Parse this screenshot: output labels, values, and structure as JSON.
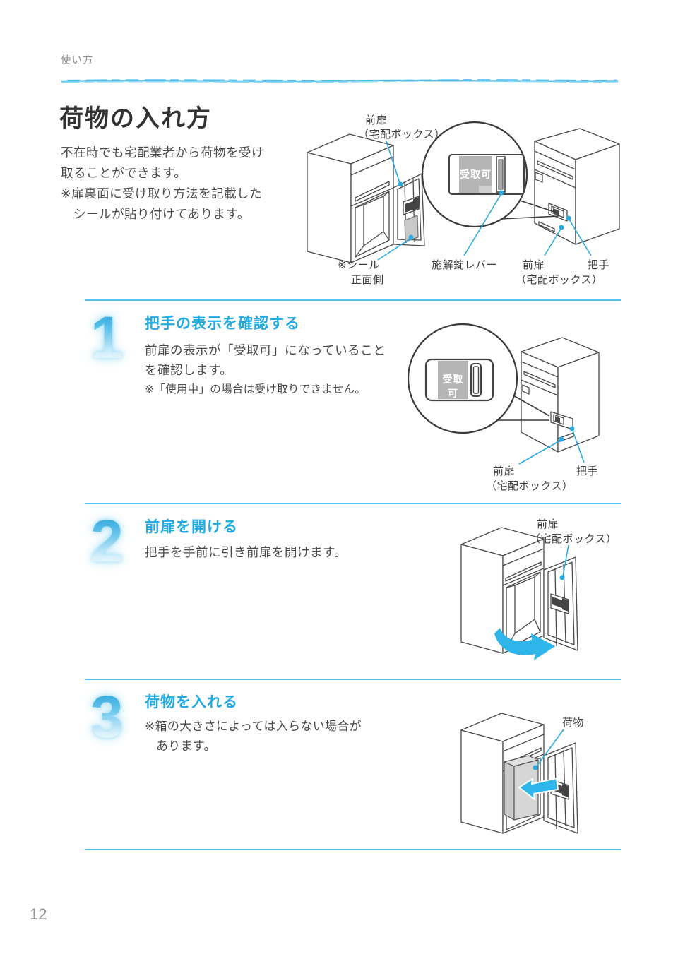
{
  "page": {
    "header": "使い方",
    "title": "荷物の入れ方",
    "page_number": "12"
  },
  "intro": {
    "lines": [
      "不在時でも宅配業者から荷物を受け",
      "取ることができます。",
      "※扉裏面に受け取り方法を記載した",
      "シールが貼り付けてあります。"
    ]
  },
  "steps": [
    {
      "number": "1",
      "title": "把手の表示を確認する",
      "body": [
        "前扉の表示が「受取可」になっていること",
        "を確認します。"
      ],
      "note": [
        "※「使用中」の場合は受け取りできません。"
      ]
    },
    {
      "number": "2",
      "title": "前扉を開ける",
      "body": [
        "把手を手前に引き前扉を開けます。"
      ],
      "note": []
    },
    {
      "number": "3",
      "title": "荷物を入れる",
      "body": [],
      "note": [
        "※箱の大きさによっては入らない場合が",
        "あります。"
      ]
    }
  ],
  "diagrams": {
    "overview": {
      "door_label_1": "前扉",
      "door_label_2": "（宅配ボックス）",
      "seal_label_1": "※シール",
      "seal_label_2": "正面側",
      "lever_label": "施解錠レバー",
      "front_door_label_1": "前扉",
      "front_door_label_2": "（宅配ボックス）",
      "handle_label": "把手",
      "display": "受取可"
    },
    "step1": {
      "display": "受取可",
      "front_door_label_1": "前扉",
      "front_door_label_2": "（宅配ボックス）",
      "handle_label": "把手"
    },
    "step2": {
      "front_door_label_1": "前扉",
      "front_door_label_2": "（宅配ボックス）"
    },
    "step3": {
      "package_label": "荷物"
    }
  },
  "colors": {
    "accent": "#29abe2",
    "divider": "#58c3ef",
    "leader": "#29abe2",
    "panel_gray": "#b5b5b5"
  }
}
